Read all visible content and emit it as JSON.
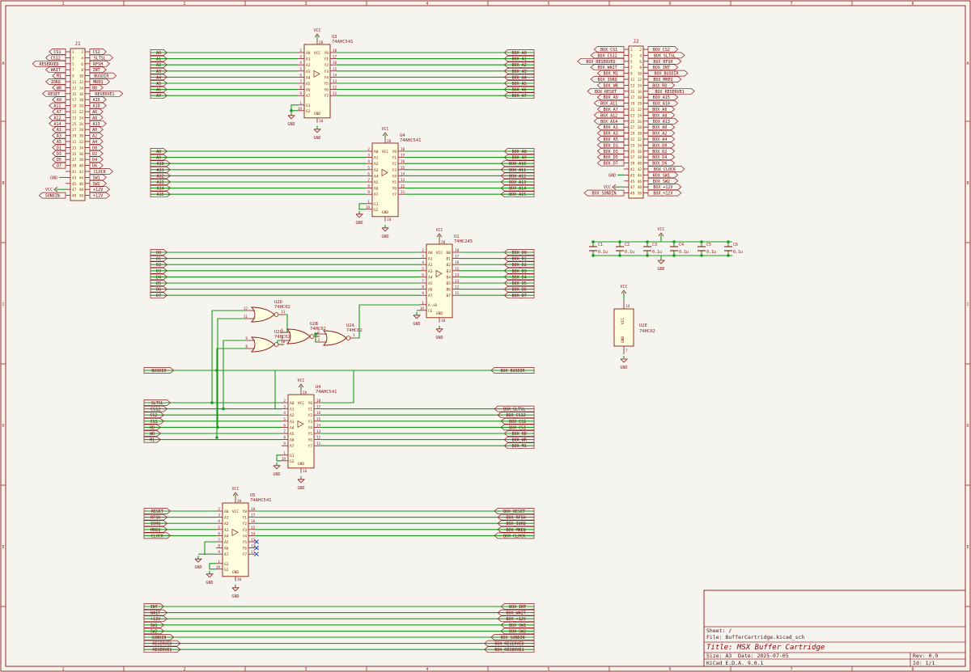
{
  "frame": {
    "columns": [
      "1",
      "2",
      "3",
      "4",
      "5",
      "6",
      "7",
      "8"
    ],
    "rows": [
      "A",
      "B",
      "C",
      "D",
      "E"
    ]
  },
  "nets": {
    "power": "VCC",
    "ground": "GND"
  },
  "colors": {
    "wire": "#1a9a1a",
    "component": "#8b1a1a",
    "body": "#ffffe0",
    "label_text": "#7a0000",
    "title": "#8b0000",
    "frame": "#9a2a2a",
    "noconnect": "#1f3fbf"
  },
  "connectors": {
    "J1": {
      "ref": "J1",
      "left_pins": [
        "1",
        "3",
        "5",
        "7",
        "9",
        "11",
        "13",
        "15",
        "17",
        "19",
        "21",
        "23",
        "25",
        "27",
        "29",
        "31",
        "33",
        "35",
        "37",
        "39",
        "41",
        "43",
        "45",
        "47",
        "49"
      ],
      "right_pins": [
        "2",
        "4",
        "6",
        "8",
        "10",
        "12",
        "14",
        "16",
        "18",
        "20",
        "22",
        "24",
        "26",
        "28",
        "30",
        "32",
        "34",
        "36",
        "38",
        "40",
        "42",
        "44",
        "46",
        "48",
        "50"
      ],
      "left_labels": [
        "CS1",
        "CS12",
        "RESERVED",
        "WAIT",
        "M1",
        "IORQ",
        "WR",
        "RESET",
        "A9",
        "A11",
        "A7",
        "A12",
        "A14",
        "A1",
        "A3",
        "A5",
        "D1",
        "D3",
        "D5",
        "D7",
        "",
        "GND",
        "",
        "VCC",
        "SUNDIN"
      ],
      "right_labels": [
        "CS2",
        "SLTSL",
        "RFSH",
        "INT",
        "BUSDIR",
        "MREQ",
        "RD",
        "RESERVE1",
        "A15",
        "A10",
        "A6",
        "A8",
        "A13",
        "A0",
        "A2",
        "A4",
        "D0",
        "D2",
        "D4",
        "D6",
        "CLOCK",
        "SW1",
        "SW2",
        "+12V",
        "+12V"
      ]
    },
    "J2": {
      "ref": "J2",
      "left_pins": [
        "1",
        "3",
        "5",
        "7",
        "9",
        "11",
        "13",
        "15",
        "17",
        "19",
        "21",
        "23",
        "25",
        "27",
        "29",
        "31",
        "33",
        "35",
        "37",
        "39",
        "41",
        "43",
        "45",
        "47",
        "49"
      ],
      "right_pins": [
        "2",
        "4",
        "6",
        "8",
        "10",
        "12",
        "14",
        "16",
        "18",
        "20",
        "22",
        "24",
        "26",
        "28",
        "30",
        "32",
        "34",
        "36",
        "38",
        "40",
        "42",
        "44",
        "46",
        "48",
        "50"
      ],
      "left_labels": [
        "BOX_CS1",
        "BOX_CS12",
        "BOX_RESERVED",
        "BOX_WAIT",
        "BOX_M1",
        "BOX_IORQ",
        "BOX_WR",
        "BOX_RESET",
        "BOX_A9",
        "BOX_A11",
        "BOX_A7",
        "BOX_A12",
        "BOX_A14",
        "BOX_A1",
        "BOX_A3",
        "BOX_A5",
        "BOX_D1",
        "BOX_D3",
        "BOX_D5",
        "BOX_D7",
        "",
        "GND",
        "",
        "VCC",
        "BOX_SUNDIN"
      ],
      "right_labels": [
        "BOX_CS2",
        "BOX_SLTSL",
        "BOX_RFSH",
        "BOX_INT",
        "BOX_BUSDIR",
        "BOX_MREQ",
        "BOX_RD",
        "BOX_RESERVE1",
        "BOX_A15",
        "BOX_A10",
        "BOX_A6",
        "BOX_A8",
        "BOX_A13",
        "BOX_A0",
        "BOX_A2",
        "BOX_A4",
        "BOX_D0",
        "BOX_D2",
        "BOX_D4",
        "BOX_D6",
        "BOX_CLOCK",
        "BOX_SW1",
        "BOX_SW2",
        "BOX_+12V",
        "BOX_+12V"
      ]
    }
  },
  "buffers": [
    {
      "ref": "U3",
      "value": "74AHC541",
      "in_pins": [
        "2",
        "3",
        "4",
        "5",
        "6",
        "7",
        "8",
        "9"
      ],
      "out_pins": [
        "18",
        "17",
        "16",
        "15",
        "14",
        "13",
        "12",
        "11"
      ],
      "in_names": [
        "A0",
        "A1",
        "A2",
        "A3",
        "A4",
        "A5",
        "A6",
        "A7"
      ],
      "out_names": [
        "Y0",
        "Y1",
        "Y2",
        "Y3",
        "Y4",
        "Y5",
        "Y6",
        "Y7"
      ],
      "inputs": [
        "A0",
        "A1",
        "A2",
        "A3",
        "A4",
        "A5",
        "A6",
        "A7"
      ],
      "outputs": [
        "BOX_A0",
        "BOX_A1",
        "BOX_A2",
        "BOX_A3",
        "BOX_A4",
        "BOX_A5",
        "BOX_A6",
        "BOX_A7"
      ],
      "enable_pins": [
        "1",
        "19"
      ],
      "enable_names": [
        "G1",
        "G2"
      ],
      "vcc_pin": "20",
      "gnd_pin": "10"
    },
    {
      "ref": "U4",
      "value": "74AHC541",
      "in_pins": [
        "2",
        "3",
        "4",
        "5",
        "6",
        "7",
        "8",
        "9"
      ],
      "out_pins": [
        "18",
        "17",
        "16",
        "15",
        "14",
        "13",
        "12",
        "11"
      ],
      "in_names": [
        "A0",
        "A1",
        "A2",
        "A3",
        "A4",
        "A5",
        "A6",
        "A7"
      ],
      "out_names": [
        "Y0",
        "Y1",
        "Y2",
        "Y3",
        "Y4",
        "Y5",
        "Y6",
        "Y7"
      ],
      "inputs": [
        "A8",
        "A9",
        "A10",
        "A11",
        "A12",
        "A13",
        "A14",
        "A15"
      ],
      "outputs": [
        "BOX_A8",
        "BOX_A9",
        "BOX_A10",
        "BOX_A11",
        "BOX_A12",
        "BOX_A13",
        "BOX_A14",
        "BOX_A15"
      ],
      "enable_pins": [
        "1",
        "19"
      ],
      "enable_names": [
        "G1",
        "G2"
      ],
      "vcc_pin": "20",
      "gnd_pin": "10"
    },
    {
      "ref": "U1",
      "value": "74HC245",
      "in_pins": [
        "2",
        "3",
        "4",
        "5",
        "6",
        "7",
        "8",
        "9"
      ],
      "out_pins": [
        "18",
        "17",
        "16",
        "15",
        "14",
        "13",
        "12",
        "11"
      ],
      "in_names": [
        "A0",
        "A1",
        "A2",
        "A3",
        "A4",
        "A5",
        "A6",
        "A7"
      ],
      "out_names": [
        "B0",
        "B1",
        "B2",
        "B3",
        "B4",
        "B5",
        "B6",
        "B7"
      ],
      "inputs": [
        "D0",
        "D1",
        "D2",
        "D3",
        "D4",
        "D5",
        "D6",
        "D7"
      ],
      "outputs": [
        "BOX_D0",
        "BOX_D1",
        "BOX_D2",
        "BOX_D3",
        "BOX_D4",
        "BOX_D5",
        "BOX_D6",
        "BOX_D7"
      ],
      "enable_pins": [
        "1",
        "19"
      ],
      "enable_names": [
        "A->B",
        "CE"
      ],
      "vcc_pin": "20",
      "gnd_pin": "10"
    },
    {
      "ref": "U4",
      "value": "74AHC541",
      "in_pins": [
        "2",
        "3",
        "4",
        "5",
        "6",
        "7",
        "8",
        "9"
      ],
      "out_pins": [
        "18",
        "17",
        "16",
        "15",
        "14",
        "13",
        "12",
        "11"
      ],
      "in_names": [
        "A0",
        "A1",
        "A2",
        "A3",
        "A4",
        "A5",
        "A6",
        "A7"
      ],
      "out_names": [
        "Y0",
        "Y1",
        "Y2",
        "Y3",
        "Y4",
        "Y5",
        "Y6",
        "Y7"
      ],
      "inputs": [
        "SLTSL",
        "CS12",
        "CS2",
        "CS1",
        "RD",
        "WR",
        "M1",
        ""
      ],
      "outputs": [
        "",
        "BOX_SLTSL",
        "BOX_CS12",
        "BOX_CS2",
        "BOX_CS1",
        "BOX_RD",
        "BOX_WR",
        "BOX_M1"
      ],
      "enable_pins": [
        "1",
        "19"
      ],
      "enable_names": [
        "G1",
        "G2"
      ],
      "vcc_pin": "20",
      "gnd_pin": "10"
    },
    {
      "ref": "U5",
      "value": "74AHC541",
      "in_pins": [
        "2",
        "3",
        "4",
        "5",
        "6",
        "7",
        "8",
        "9"
      ],
      "out_pins": [
        "18",
        "17",
        "16",
        "15",
        "14",
        "13",
        "12",
        "11"
      ],
      "in_names": [
        "A0",
        "A1",
        "A2",
        "A3",
        "A4",
        "A5",
        "A6",
        "A7"
      ],
      "out_names": [
        "Y0",
        "Y1",
        "Y2",
        "Y3",
        "Y4",
        "Y5",
        "Y6",
        "Y7"
      ],
      "inputs": [
        "RESET",
        "RFSH",
        "IORQ",
        "MREQ",
        "CLOCK",
        "",
        "",
        ""
      ],
      "outputs": [
        "BOX_RESET",
        "BOX_RFSH",
        "BOX_IORQ",
        "BOX_MREQ",
        "BOX_CLOCK",
        "",
        "",
        ""
      ],
      "enable_pins": [
        "1",
        "19"
      ],
      "enable_names": [
        "G1",
        "G2"
      ],
      "vcc_pin": "20",
      "gnd_pin": "10"
    }
  ],
  "gates": [
    {
      "ref": "U2D",
      "value": "74HC02",
      "in_pins": [
        "12",
        "11"
      ],
      "out_pin": "13"
    },
    {
      "ref": "U2C",
      "value": "74HC02",
      "in_pins": [
        "9",
        "8"
      ],
      "out_pin": "10"
    },
    {
      "ref": "U2B",
      "value": "74HC02",
      "in_pins": [
        "5",
        "6"
      ],
      "out_pin": "4"
    },
    {
      "ref": "U2A",
      "value": "74HC02",
      "in_pins": [
        "2",
        "3"
      ],
      "out_pin": "1"
    }
  ],
  "u2_power": {
    "ref": "U2E",
    "value": "74HC02",
    "vcc_pin": "14",
    "gnd_pin": "7",
    "vcc_name": "VCC",
    "gnd_name": "GND"
  },
  "busdir": {
    "in": "BUSDIR",
    "out": "BOX_BUSDIR"
  },
  "direct_passthrough": {
    "inputs": [
      "INT",
      "WAIT",
      "+12V",
      "SW1",
      "SW2",
      "SUNDIN",
      "RESERVED",
      "RESERVE1"
    ],
    "outputs": [
      "BOX_INT",
      "BOX_WAIT",
      "BOX_+12V",
      "BOX_SW1",
      "BOX_SW2",
      "BOX_SUNDIN",
      "BOX_RESERVED",
      "BOX_RESERVE1"
    ]
  },
  "capacitors": [
    {
      "ref": "C1",
      "value": "0.1u"
    },
    {
      "ref": "C2",
      "value": "0.1u"
    },
    {
      "ref": "C3",
      "value": "0.1u"
    },
    {
      "ref": "C4",
      "value": "0.1u"
    },
    {
      "ref": "C5",
      "value": "0.1u"
    },
    {
      "ref": "C6",
      "value": "0.1u"
    }
  ],
  "title_block": {
    "sheet": "Sheet: /",
    "file": "File: BufferCartridge.kicad_sch",
    "title": "Title: MSX Buffer Cartridge",
    "size": "Size: A3",
    "date": "Date: 2025-07-05",
    "rev": "Rev: 0.9",
    "tool": "KiCad E.D.A. 9.0.1",
    "id": "Id: 1/1"
  }
}
